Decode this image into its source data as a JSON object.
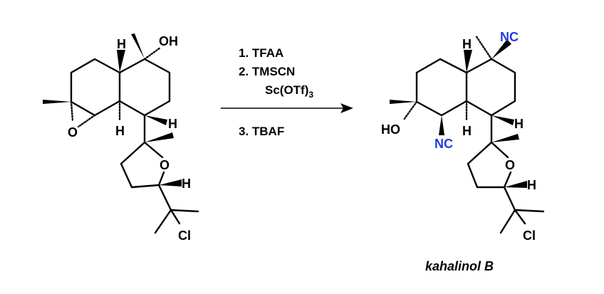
{
  "reactant": {
    "labels": {
      "oh": "OH",
      "h_top": "H",
      "o_epoxide": "O",
      "h_bottom": "H",
      "h_right": "H",
      "o_ring": "O",
      "h_thf": "H",
      "cl": "Cl"
    }
  },
  "conditions": {
    "step1": "1. TFAA",
    "step2": "2. TMSCN",
    "step2b": "Sc(OTf)",
    "step2b_sub": "3",
    "step3": "3. TBAF"
  },
  "product": {
    "name": "kahalinol B",
    "labels": {
      "nc_top": "NC",
      "h_top": "H",
      "ho": "HO",
      "nc_bottom": "NC",
      "h_bottom": "H",
      "h_right": "H",
      "o_ring": "O",
      "h_thf": "H",
      "cl": "Cl"
    },
    "highlight_color": "#1f3fd8"
  }
}
